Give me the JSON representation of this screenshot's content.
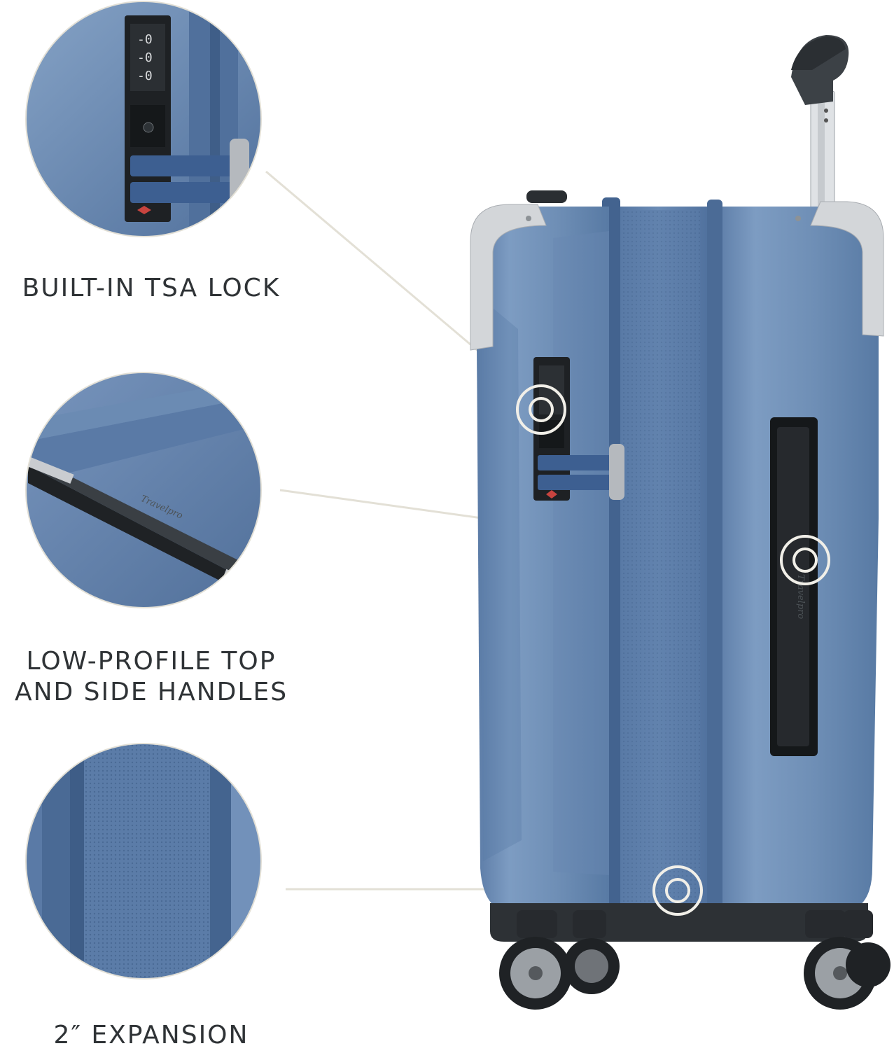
{
  "features": {
    "tsa_lock": {
      "label": "BUILT-IN TSA LOCK"
    },
    "handles": {
      "label_line1": "LOW-PROFILE TOP",
      "label_line2": "AND SIDE HANDLES"
    },
    "expansion": {
      "label": "2″ EXPANSION"
    }
  },
  "brand": {
    "wordmark": "Travelpro"
  },
  "colors": {
    "shell": "#6f8fb6",
    "shell_dark": "#4e6e98",
    "expansion_fabric": "#587aa6",
    "trim_silver": "#c9ccd0",
    "handle_black": "#1e2124",
    "callout_line": "#e3e0d6",
    "label_text": "#2f3336"
  }
}
